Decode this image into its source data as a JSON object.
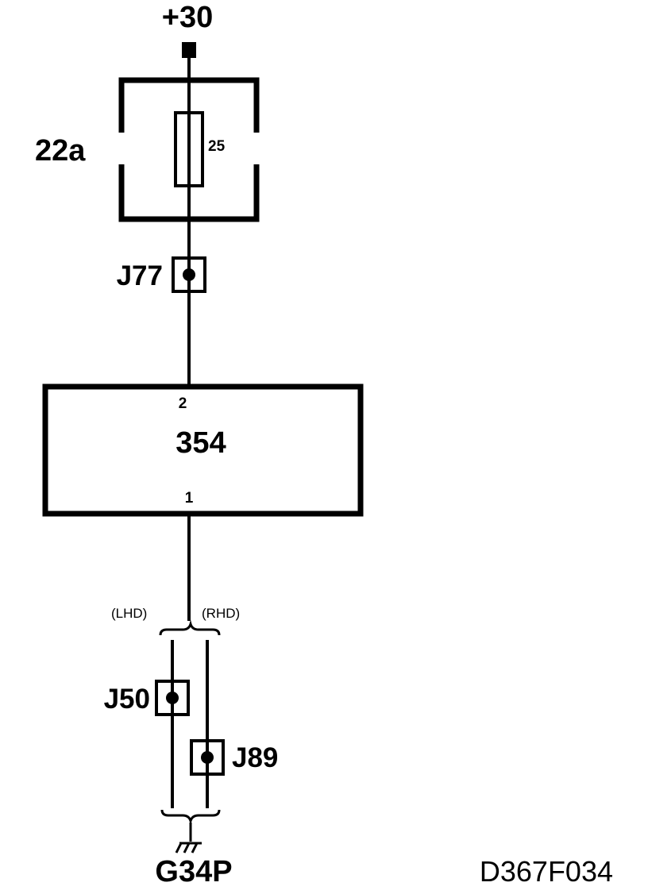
{
  "diagram": {
    "supply_label": "+30",
    "fuse_box_label": "22a",
    "fuse_rating": "25",
    "component_label": "354",
    "component_pin_top": "2",
    "component_pin_bottom": "1",
    "variant_left": "(LHD)",
    "variant_right": "(RHD)",
    "connectors": [
      {
        "id": "J77"
      },
      {
        "id": "J50"
      },
      {
        "id": "J89"
      }
    ],
    "ground_label": "G34P",
    "drawing_code": "D367F034"
  }
}
